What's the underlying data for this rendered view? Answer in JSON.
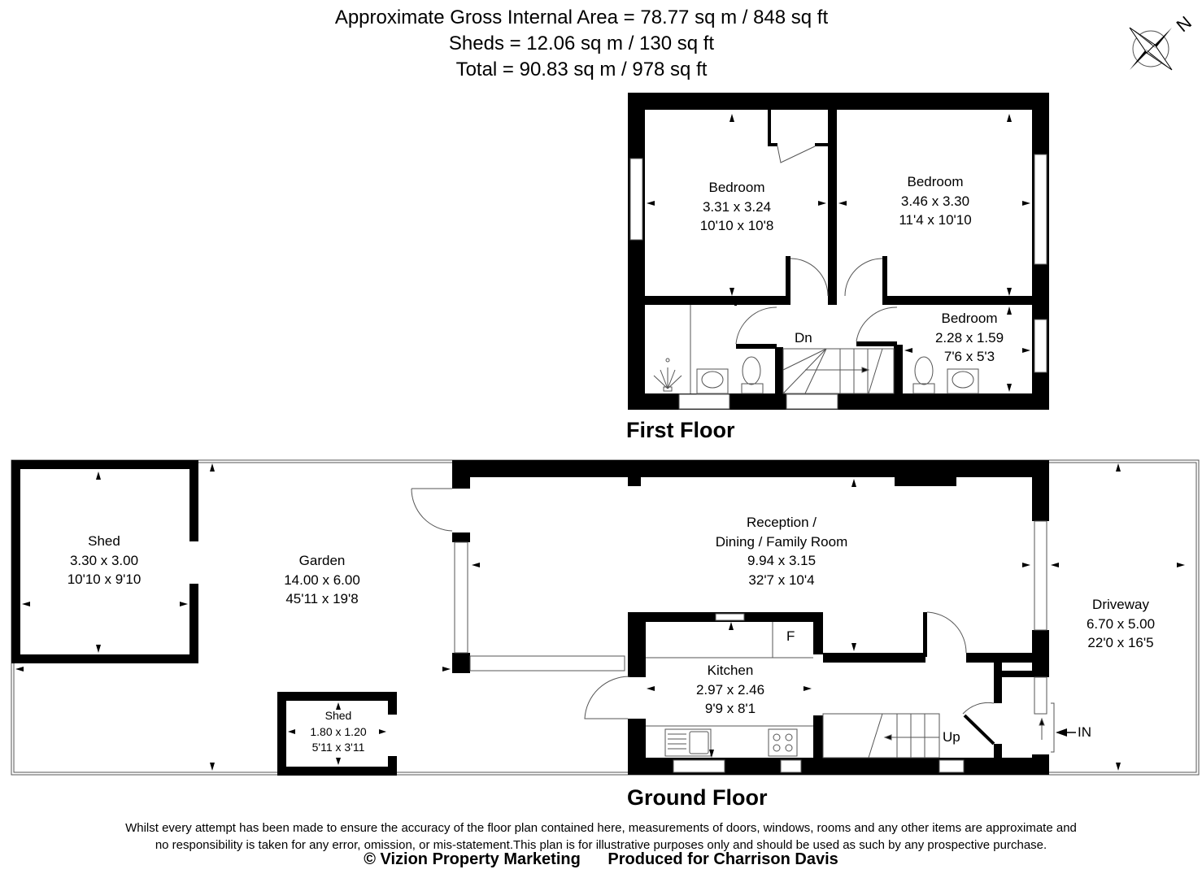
{
  "header": {
    "gross_internal_area": "Approximate Gross Internal Area = 78.77 sq m / 848 sq ft",
    "sheds_area": "Sheds = 12.06 sq m / 130 sq ft",
    "total_area": "Total = 90.83 sq m / 978 sq ft"
  },
  "compass": {
    "icon": "compass-rose-icon",
    "label": "N"
  },
  "first_floor": {
    "title": "First Floor",
    "stairs_label": "Dn",
    "rooms": [
      {
        "name": "Bedroom",
        "metric": "3.31 x 3.24",
        "imperial": "10'10 x 10'8"
      },
      {
        "name": "Bedroom",
        "metric": "3.46 x 3.30",
        "imperial": "11'4 x 10'10"
      },
      {
        "name": "Bedroom",
        "metric": "2.28 x 1.59",
        "imperial": "7'6 x 5'3"
      }
    ],
    "fixtures": [
      "shower-icon",
      "washbasin-icon",
      "toilet-icon",
      "toilet-icon",
      "washbasin-icon"
    ]
  },
  "ground_floor": {
    "title": "Ground Floor",
    "stairs_label": "Up",
    "entrance_label": "IN",
    "fridge_label": "F",
    "rooms": [
      {
        "name": "Shed",
        "metric": "3.30 x 3.00",
        "imperial": "10'10 x 9'10"
      },
      {
        "name": "Garden",
        "metric": "14.00 x 6.00",
        "imperial": "45'11 x 19'8"
      },
      {
        "name": "Reception /",
        "name2": "Dining / Family Room",
        "metric": "9.94 x 3.15",
        "imperial": "32'7 x 10'4"
      },
      {
        "name": "Kitchen",
        "metric": "2.97 x 2.46",
        "imperial": "9'9 x 8'1"
      },
      {
        "name": "Shed",
        "metric": "1.80 x 1.20",
        "imperial": "5'11 x 3'11"
      },
      {
        "name": "Driveway",
        "metric": "6.70 x 5.00",
        "imperial": "22'0 x 16'5"
      }
    ],
    "fixtures": [
      "sink-icon",
      "hob-icon"
    ]
  },
  "footer": {
    "disclaimer_line1": "Whilst every attempt has been made to ensure the accuracy of the floor plan contained here, measurements of doors, windows, rooms and any other items are approximate and",
    "disclaimer_line2": "no responsibility is taken for any error, omission, or mis-statement.This plan is for illustrative purposes only and should be used as such by any prospective purchase.",
    "copyright": "© Vizion Property Marketing",
    "produced_for": "Produced for Charrison Davis"
  },
  "colors": {
    "wall": "#000000",
    "background": "#ffffff",
    "line": "#555555"
  }
}
